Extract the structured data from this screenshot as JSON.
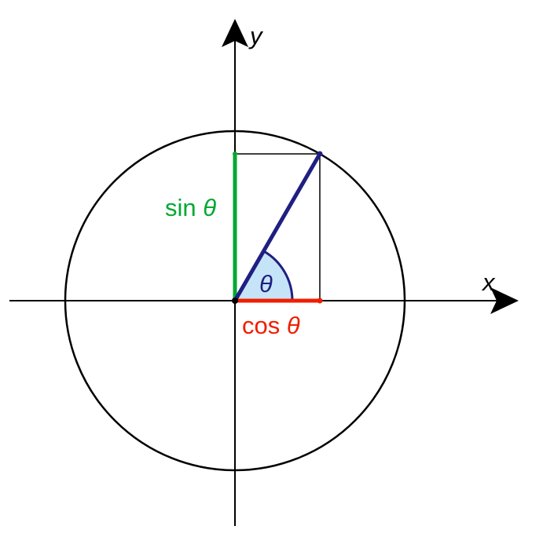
{
  "labels": {
    "x_axis": "x",
    "y_axis": "y",
    "sin": "sin ",
    "cos": "cos ",
    "theta": "θ"
  },
  "angle_degrees": 60,
  "colors": {
    "sin": "#00a832",
    "cos": "#f01e00",
    "radius": "#1f1f82",
    "angle_fill": "#c6e4f7",
    "axes": "#000000"
  }
}
